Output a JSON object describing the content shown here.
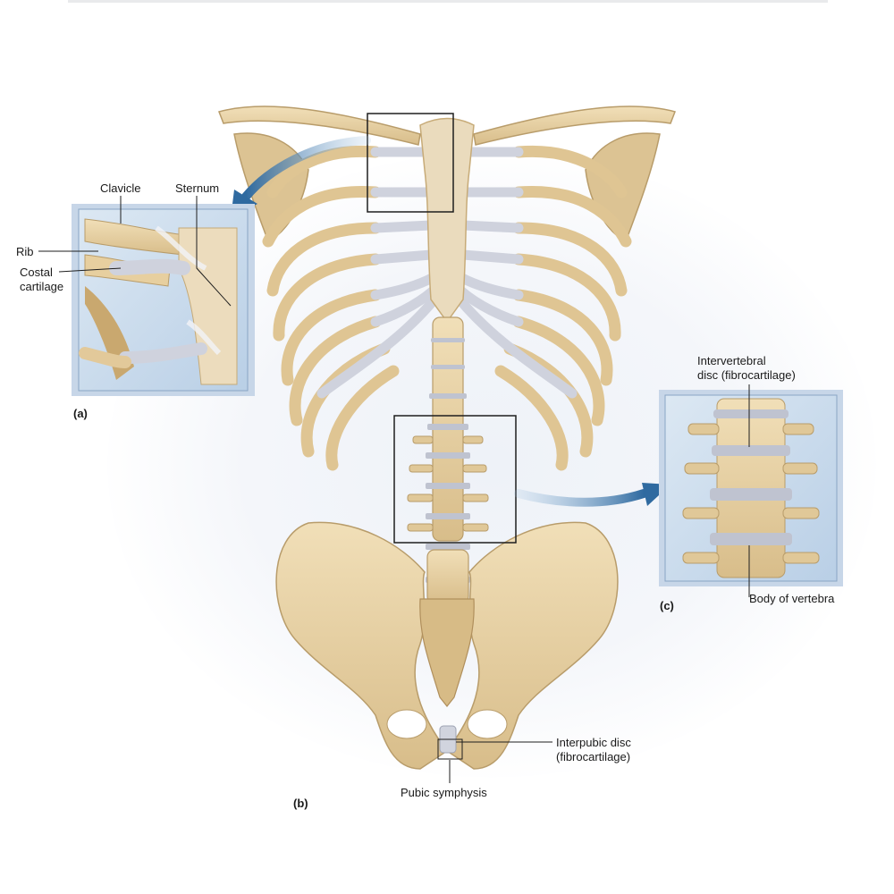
{
  "panel_a": {
    "letter": "(a)",
    "labels": {
      "clavicle": "Clavicle",
      "sternum": "Sternum",
      "rib": "Rib",
      "costal_cartilage_line1": "Costal",
      "costal_cartilage_line2": "cartilage"
    }
  },
  "panel_b": {
    "letter": "(b)",
    "labels": {
      "interpubic_disc_line1": "Interpubic disc",
      "interpubic_disc_line2": "(fibrocartilage)",
      "pubic_symphysis": "Pubic symphysis"
    }
  },
  "panel_c": {
    "letter": "(c)",
    "labels": {
      "intervertebral_disc_line1": "Intervertebral",
      "intervertebral_disc_line2": "disc (fibrocartilage)",
      "body_of_vertebra": "Body of vertebra"
    }
  },
  "colors": {
    "bone": "#e6cfa2",
    "bone_shadow": "#c9ad7c",
    "cartilage": "#c9ccd8",
    "inset_frame": "#9fb6d3",
    "arrow": "#2f6aa0"
  }
}
